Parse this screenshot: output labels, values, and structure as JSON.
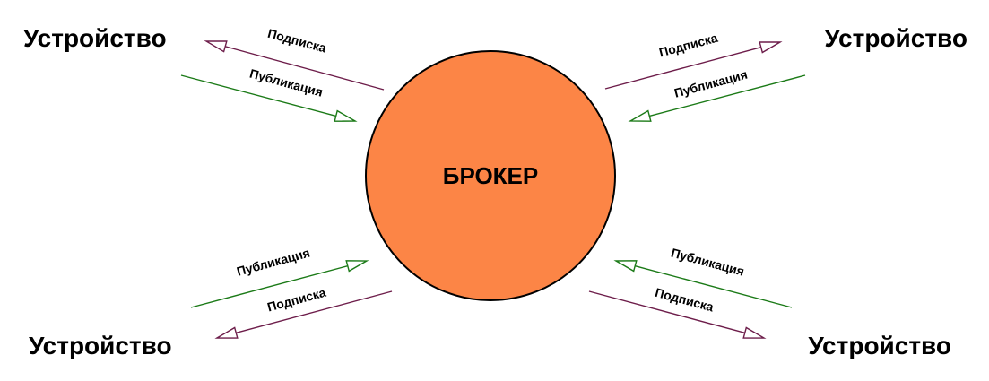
{
  "broker": {
    "label": "БРОКЕР",
    "fill": "#fc8546",
    "stroke": "#000000"
  },
  "devices": [
    {
      "id": "top-left",
      "label": "Устройство"
    },
    {
      "id": "top-right",
      "label": "Устройство"
    },
    {
      "id": "bottom-left",
      "label": "Устройство"
    },
    {
      "id": "bottom-right",
      "label": "Устройство"
    }
  ],
  "flows": [
    {
      "device": "top-left",
      "kind": "subscribe",
      "label": "Подписка"
    },
    {
      "device": "top-left",
      "kind": "publish",
      "label": "Публикация"
    },
    {
      "device": "top-right",
      "kind": "subscribe",
      "label": "Подписка"
    },
    {
      "device": "top-right",
      "kind": "publish",
      "label": "Публикация"
    },
    {
      "device": "bottom-left",
      "kind": "publish",
      "label": "Публикация"
    },
    {
      "device": "bottom-left",
      "kind": "subscribe",
      "label": "Подписка"
    },
    {
      "device": "bottom-right",
      "kind": "publish",
      "label": "Публикация"
    },
    {
      "device": "bottom-right",
      "kind": "subscribe",
      "label": "Подписка"
    }
  ],
  "colors": {
    "subscribe": "#6d1d4a",
    "publish": "#1b7a17"
  }
}
